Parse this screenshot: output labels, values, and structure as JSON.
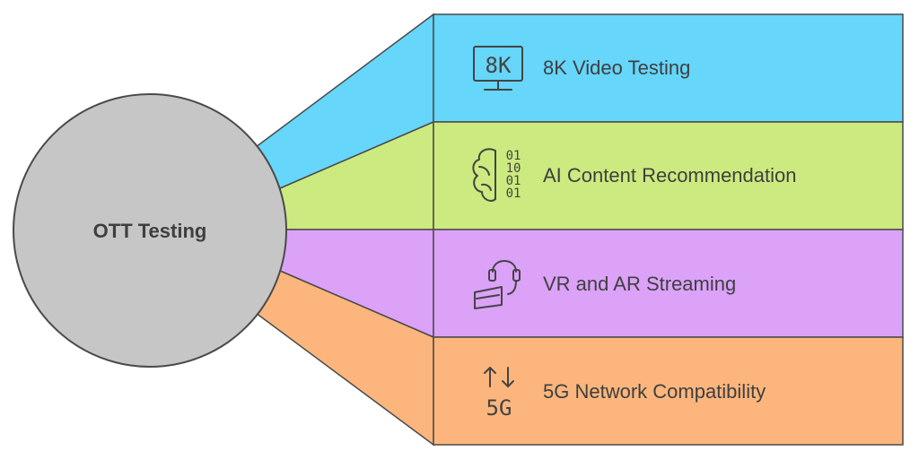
{
  "center": {
    "label": "OTT Testing",
    "color": "#c6c6c6"
  },
  "items": [
    {
      "label": "8K Video Testing",
      "icon": "8k-monitor-icon",
      "icon_text": "8K",
      "color": "#66d6fb"
    },
    {
      "label": "AI Content Recommendation",
      "icon": "brain-binary-icon",
      "icon_text": [
        "01",
        "10",
        "01",
        "01"
      ],
      "color": "#ccea7f"
    },
    {
      "label": "VR and AR Streaming",
      "icon": "vr-headset-icon",
      "color": "#dba2f8"
    },
    {
      "label": "5G Network Compatibility",
      "icon": "5g-signal-icon",
      "icon_text": "5G",
      "color": "#fcb67d"
    }
  ]
}
